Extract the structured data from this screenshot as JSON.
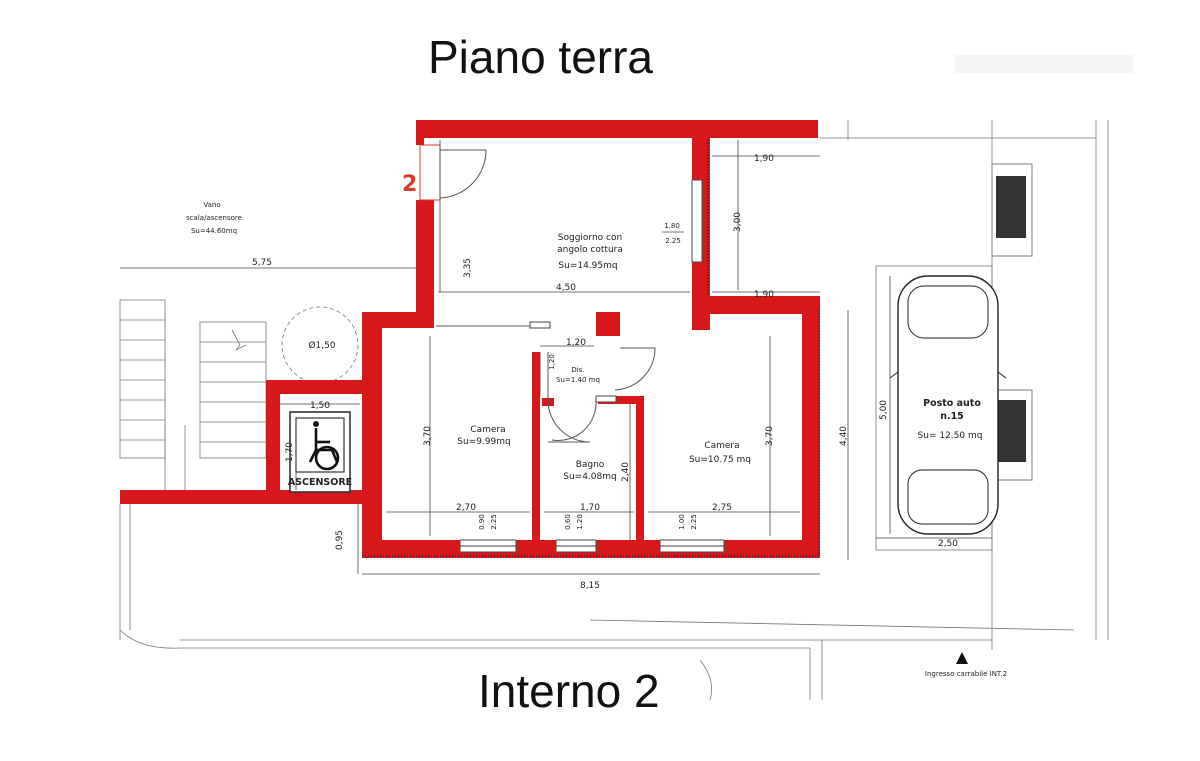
{
  "titles": {
    "top": "Piano terra",
    "bottom": "Interno 2"
  },
  "unit_number": "2",
  "rooms": {
    "vano": {
      "name": "Vano",
      "line2": "scala/ascensore",
      "area": "Su=44.60mq"
    },
    "soggiorno": {
      "line1": "Soggiorno con",
      "line2": "angolo cottura",
      "area": "Su=14.95mq"
    },
    "camera_left": {
      "name": "Camera",
      "area": "Su=9.99mq"
    },
    "dis": {
      "name": "Dis.",
      "area": "Su=1.40 mq"
    },
    "bagno": {
      "name": "Bagno",
      "area": "Su=4.08mq"
    },
    "camera_right": {
      "name": "Camera",
      "area": "Su=10.75 mq"
    },
    "posto_auto": {
      "line1": "Posto auto",
      "line2": "n.15",
      "area": "Su= 12.50 mq"
    }
  },
  "elevator": {
    "label": "ASCENSORE",
    "diameter": "Ø1,50"
  },
  "dimensions": {
    "d_575": "5,75",
    "d_335": "3,35",
    "d_450": "4,50",
    "d_190_top": "1,90",
    "d_190_bottom": "1,90",
    "d_300": "3,00",
    "d_180": "1.80",
    "d_225_window": "2.25",
    "d_120_h": "1,20",
    "d_120_v": "1,20",
    "d_370_left": "3,70",
    "d_370_right": "3,70",
    "d_240": "2,40",
    "d_440": "4,40",
    "d_500": "5,00",
    "d_150": "1,50",
    "d_170": "1,70",
    "d_095": "0,95",
    "d_270": "2,70",
    "d_170_b": "1,70",
    "d_275": "2,75",
    "d_815": "8,15",
    "d_250": "2,50",
    "w1_a": "0.90",
    "w1_b": "2.25",
    "w2_a": "0.60",
    "w2_b": "1.20",
    "w3_a": "1.00",
    "w3_b": "2.25"
  },
  "entrance": "Ingresso carrabile INT.2",
  "colors": {
    "wall": "#d8171b",
    "line": "#555555",
    "accent_number": "#d93a2e"
  }
}
